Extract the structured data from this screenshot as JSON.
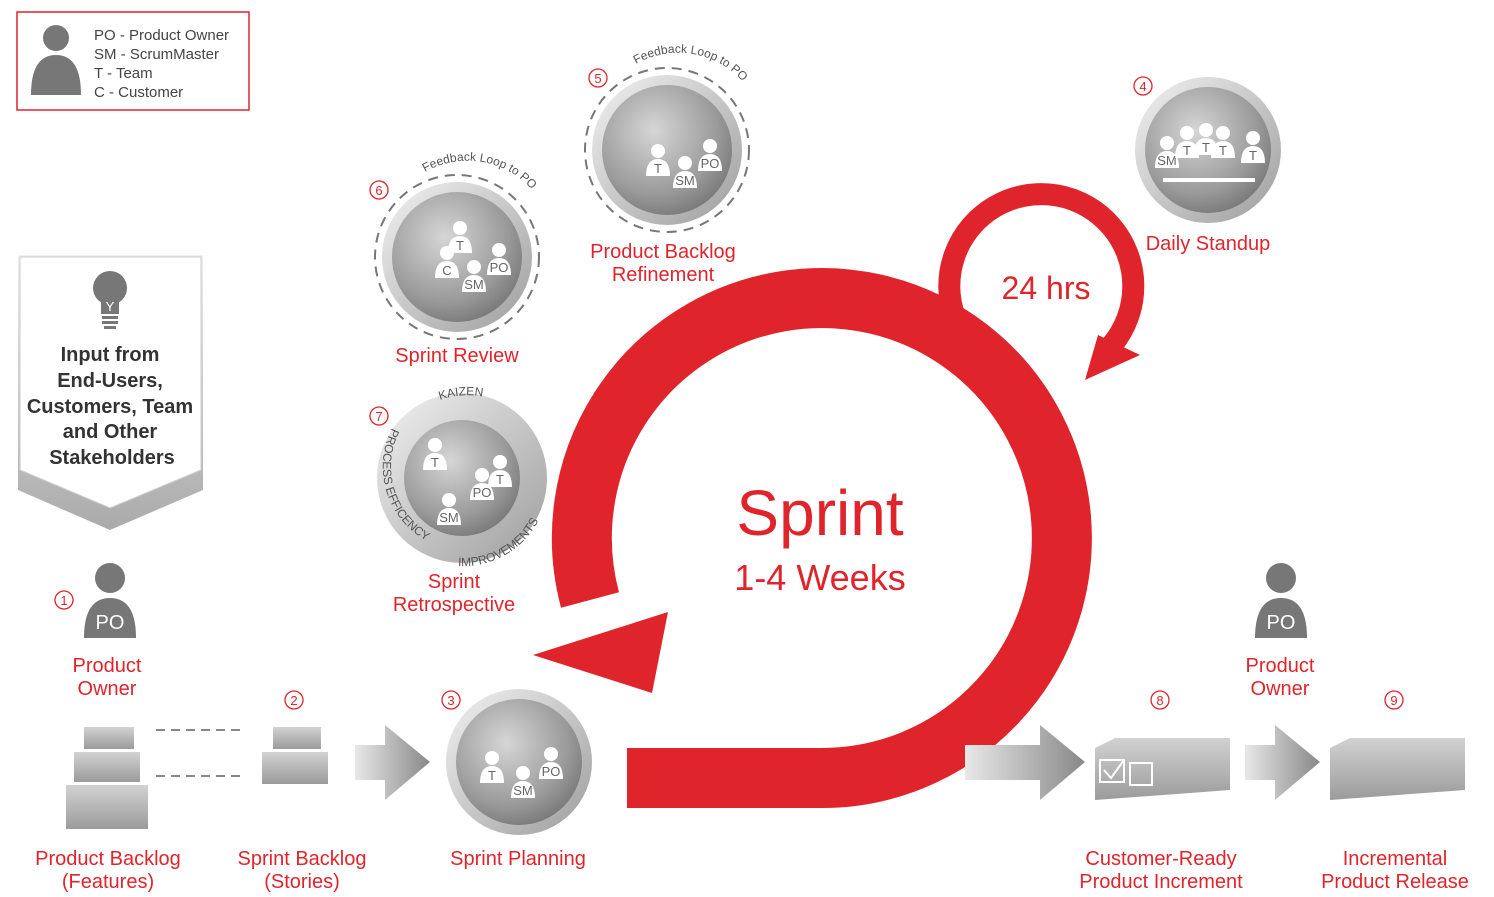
{
  "colors": {
    "accent": "#e0242b",
    "gray": "#8a8a8a"
  },
  "legend": {
    "lines": [
      "PO - Product Owner",
      "SM - ScrumMaster",
      "T - Team",
      "C - Customer"
    ]
  },
  "input": {
    "lines": [
      "Input from",
      "End-Users,",
      "Customers, Team",
      "and Other",
      "Stakeholders"
    ],
    "bulb_letter": "Y"
  },
  "sprint": {
    "title": "Sprint",
    "duration": "1-4 Weeks"
  },
  "daily_cycle": {
    "label": "24 hrs"
  },
  "feedback_loop": "Feedback Loop to PO",
  "retro_ring": {
    "top": "KAIZEN",
    "left": "PROCESS EFFICENCY",
    "right": "IMPROVEMENTS"
  },
  "steps": [
    {
      "num": "1",
      "lines": [
        "Product",
        "Owner"
      ],
      "badge": "PO"
    },
    {
      "num": "2",
      "lines": [
        "Sprint Backlog",
        "(Stories)"
      ]
    },
    {
      "num": "3",
      "lines": [
        "Sprint Planning"
      ],
      "people": [
        "T",
        "SM",
        "PO"
      ]
    },
    {
      "num": "4",
      "lines": [
        "Daily Standup"
      ],
      "people": [
        "SM",
        "T",
        "T",
        "T",
        "T"
      ]
    },
    {
      "num": "5",
      "lines": [
        "Product Backlog",
        "Refinement"
      ],
      "people": [
        "T",
        "SM",
        "PO"
      ]
    },
    {
      "num": "6",
      "lines": [
        "Sprint Review"
      ],
      "people": [
        "T",
        "C",
        "SM",
        "PO"
      ]
    },
    {
      "num": "7",
      "lines": [
        "Sprint",
        "Retrospective"
      ],
      "people": [
        "T",
        "PO",
        "T",
        "SM"
      ]
    },
    {
      "num": "8",
      "lines": [
        "Customer-Ready",
        "Product Increment"
      ]
    },
    {
      "num": "9",
      "lines": [
        "Incremental",
        "Product Release"
      ]
    }
  ],
  "product_backlog": {
    "lines": [
      "Product Backlog",
      "(Features)"
    ]
  },
  "right_owner": {
    "lines": [
      "Product",
      "Owner"
    ],
    "badge": "PO"
  }
}
